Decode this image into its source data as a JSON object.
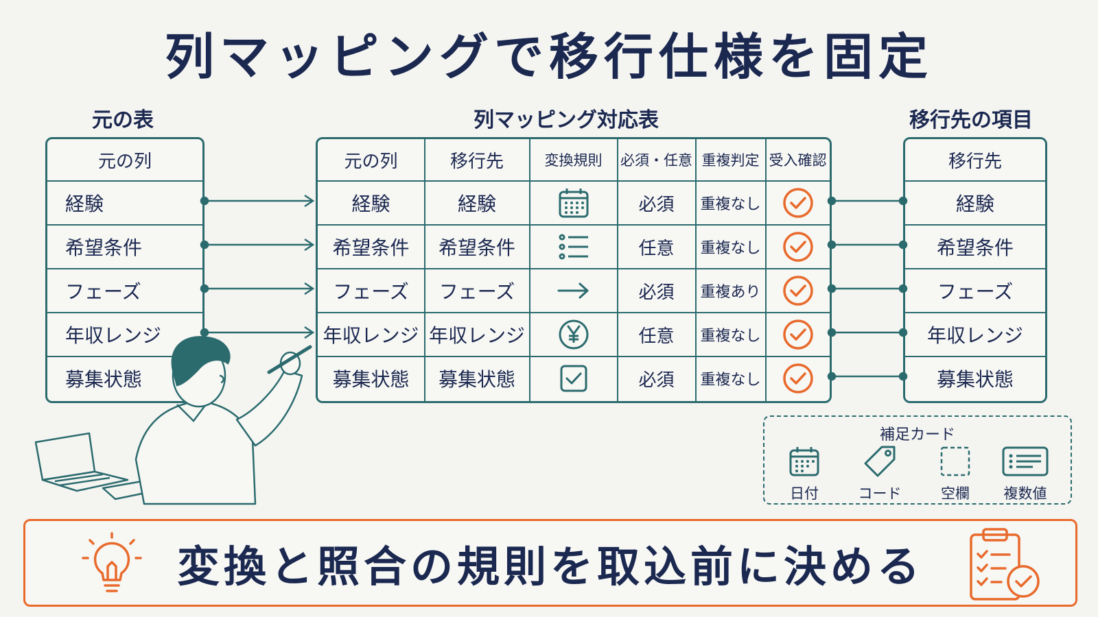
{
  "title": "列マッピングで移行仕様を固定",
  "source_table": {
    "title": "元の表",
    "header": "元の列",
    "rows": [
      "経験",
      "希望条件",
      "フェーズ",
      "年収レンジ",
      "募集状態"
    ]
  },
  "mapping_table": {
    "title": "列マッピング対応表",
    "headers": [
      "元の列",
      "移行先",
      "変換規則",
      "必須・任意",
      "重複判定",
      "受入確認"
    ],
    "rows": [
      {
        "source": "経験",
        "target": "経験",
        "rule_icon": "calendar-icon",
        "required": "必須",
        "duplicate": "重複なし",
        "check_icon": "check-circle-icon"
      },
      {
        "source": "希望条件",
        "target": "希望条件",
        "rule_icon": "list-icon",
        "required": "任意",
        "duplicate": "重複なし",
        "check_icon": "check-circle-icon"
      },
      {
        "source": "フェーズ",
        "target": "フェーズ",
        "rule_icon": "arrow-right-icon",
        "required": "必須",
        "duplicate": "重複あり",
        "check_icon": "check-circle-icon"
      },
      {
        "source": "年収レンジ",
        "target": "年収レンジ",
        "rule_icon": "yen-icon",
        "required": "任意",
        "duplicate": "重複なし",
        "check_icon": "check-circle-icon"
      },
      {
        "source": "募集状態",
        "target": "募集状態",
        "rule_icon": "checkbox-icon",
        "required": "必須",
        "duplicate": "重複なし",
        "check_icon": "check-circle-icon"
      }
    ]
  },
  "target_table": {
    "title": "移行先の項目",
    "header": "移行先",
    "rows": [
      "経験",
      "希望条件",
      "フェーズ",
      "年収レンジ",
      "募集状態"
    ]
  },
  "legend": {
    "title": "補足カード",
    "items": [
      {
        "icon": "calendar-icon",
        "label": "日付"
      },
      {
        "icon": "tag-icon",
        "label": "コード"
      },
      {
        "icon": "dashed-square-icon",
        "label": "空欄"
      },
      {
        "icon": "id-card-icon",
        "label": "複数値"
      }
    ]
  },
  "banner": {
    "text": "変換と照合の規則を取込前に決める",
    "left_icon": "lightbulb-icon",
    "right_icon": "clipboard-check-icon"
  },
  "colors": {
    "teal": "#2b6b6e",
    "orange": "#e86a2c",
    "navy": "#1b2850",
    "background": "#f4f4f1"
  }
}
